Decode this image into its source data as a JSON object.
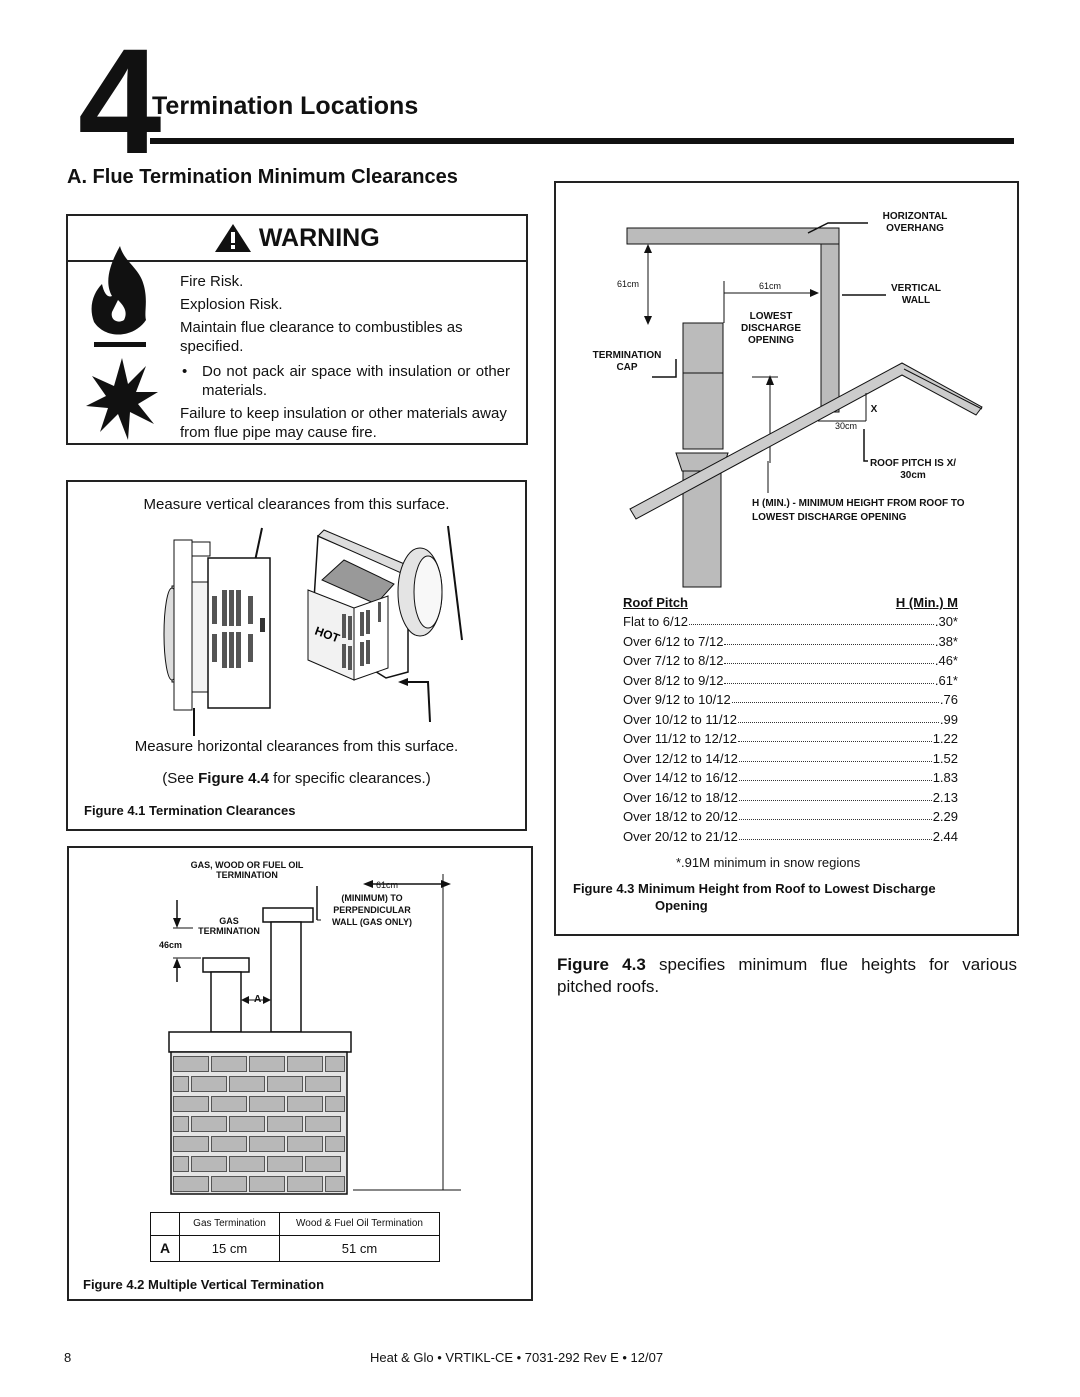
{
  "header": {
    "chapter_number": "4",
    "chapter_title": "Termination Locations"
  },
  "section_title": "A. Flue Termination Minimum Clearances",
  "warning": {
    "title": "WARNING",
    "lines": [
      "Fire Risk.",
      "Explosion Risk.",
      "Maintain flue clearance to combustibles as specified."
    ],
    "bullet": "Do not pack air space with insulation or other materials.",
    "footer": "Failure to keep insulation or other materials away from flue pipe may cause fire."
  },
  "figure41": {
    "top_note": "Measure vertical clearances from this surface.",
    "bottom_note": "Measure horizontal clearances from this surface.",
    "see_prefix": "(See ",
    "see_fig": "Figure 4.4",
    "see_suffix": " for specific clearances.)",
    "hot_label": "HOT",
    "caption": "Figure 4.1  Termination Clearances"
  },
  "figure42": {
    "label_gas_wood": "GAS, WOOD OR FUEL OIL TERMINATION",
    "label_61cm": "61cm",
    "label_min_perp": "(MINIMUM) TO PERPENDICULAR WALL (GAS ONLY)",
    "label_gas_term": "GAS TERMINATION",
    "label_46cm": "46cm",
    "label_a": "A",
    "table_headers": [
      "Gas Termination",
      "Wood & Fuel Oil Termination"
    ],
    "table_row_label": "A",
    "table_values": [
      "15 cm",
      "51 cm"
    ],
    "caption": "Figure 4.2  Multiple Vertical Termination"
  },
  "figure43": {
    "label_horizontal_overhang": "HORIZONTAL OVERHANG",
    "label_61cm_left": "61cm",
    "label_61cm_right": "61cm",
    "label_vertical_wall": "VERTICAL WALL",
    "label_lowest_discharge": "LOWEST DISCHARGE OPENING",
    "label_termination_cap": "TERMINATION CAP",
    "label_x": "X",
    "label_30cm": "30cm",
    "label_roof_pitch": "ROOF PITCH IS  X/ 30cm",
    "label_h_min": "H (MIN.) - MINIMUM HEIGHT FROM ROOF TO LOWEST DISCHARGE OPENING",
    "table_header_left": "Roof Pitch",
    "table_header_right": "H (Min.) M",
    "rows": [
      {
        "pitch": "Flat to 6/12",
        "h": ".30*"
      },
      {
        "pitch": "Over 6/12 to 7/12",
        "h": ".38*"
      },
      {
        "pitch": "Over 7/12 to 8/12",
        "h": ".46*"
      },
      {
        "pitch": "Over 8/12 to 9/12",
        "h": ".61*"
      },
      {
        "pitch": "Over 9/12 to 10/12",
        "h": ".76"
      },
      {
        "pitch": "Over 10/12 to 11/12",
        "h": ".99"
      },
      {
        "pitch": "Over 11/12 to 12/12",
        "h": "1.22"
      },
      {
        "pitch": "Over 12/12 to 14/12",
        "h": "1.52"
      },
      {
        "pitch": "Over 14/12 to 16/12",
        "h": "1.83"
      },
      {
        "pitch": "Over 16/12 to 18/12",
        "h": "2.13"
      },
      {
        "pitch": "Over 18/12 to 20/12",
        "h": "2.29"
      },
      {
        "pitch": "Over 20/12 to 21/12",
        "h": "2.44"
      }
    ],
    "note": "*.91M minimum in snow regions",
    "caption_line1": "Figure 4.3   Minimum Height from Roof to Lowest Discharge",
    "caption_line2": "Opening"
  },
  "body": {
    "fig_ref": "Figure 4.3",
    "text": " specifies minimum flue heights for various pitched roofs."
  },
  "footer": {
    "page_number": "8",
    "doc_info": "Heat & Glo  •  VRTIKL-CE  •  7031-292 Rev E  •  12/07"
  }
}
